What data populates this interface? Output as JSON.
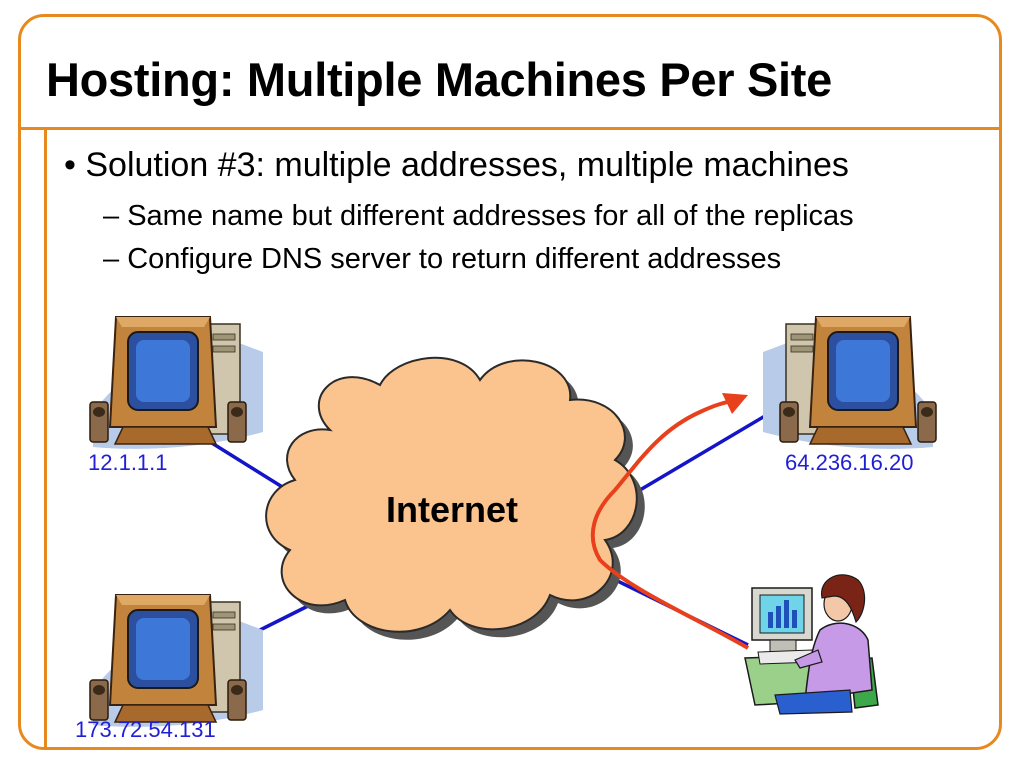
{
  "slide": {
    "title": "Hosting: Multiple Machines Per Site",
    "bullet_marker": "•",
    "bullet": "Solution #3: multiple addresses, multiple machines",
    "dash": "–",
    "subbullets": [
      "Same name but different addresses for all of the replicas",
      "Configure DNS server to return different addresses"
    ]
  },
  "diagram": {
    "cloud_label": "Internet",
    "addresses": [
      "12.1.1.1",
      "64.236.16.20",
      "173.72.54.131"
    ],
    "colors": {
      "frame": "#e8891f",
      "link": "#1414c8",
      "arrow": "#e8401c",
      "cloud": "#fbc48e",
      "address_text": "#1f1fd6"
    },
    "icons": [
      "desktop-computer-icon",
      "desktop-computer-icon",
      "desktop-computer-icon",
      "user-at-computer-icon"
    ]
  }
}
